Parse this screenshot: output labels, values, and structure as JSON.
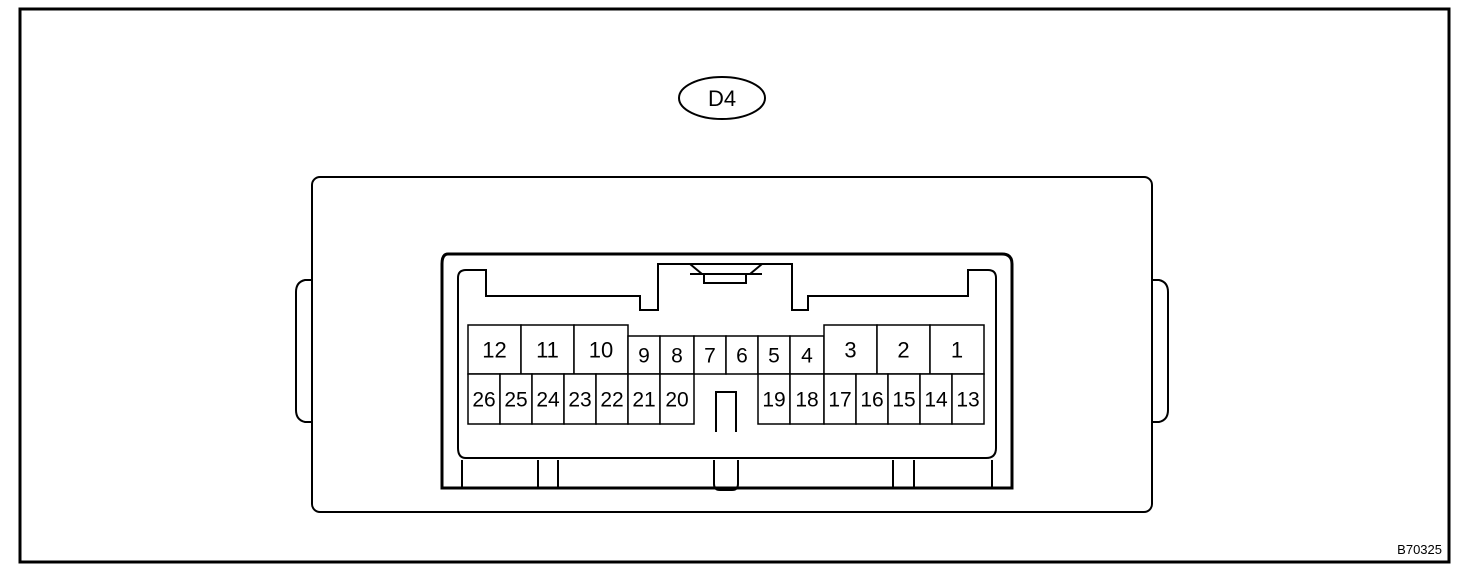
{
  "connector": {
    "label": "D4",
    "code": "B70325",
    "top_pins": [
      "12",
      "11",
      "10",
      "9",
      "8",
      "7",
      "6",
      "5",
      "4",
      "3",
      "2",
      "1"
    ],
    "bottom_pins": [
      "26",
      "25",
      "24",
      "23",
      "22",
      "21",
      "20",
      "19",
      "18",
      "17",
      "16",
      "15",
      "14",
      "13"
    ]
  }
}
